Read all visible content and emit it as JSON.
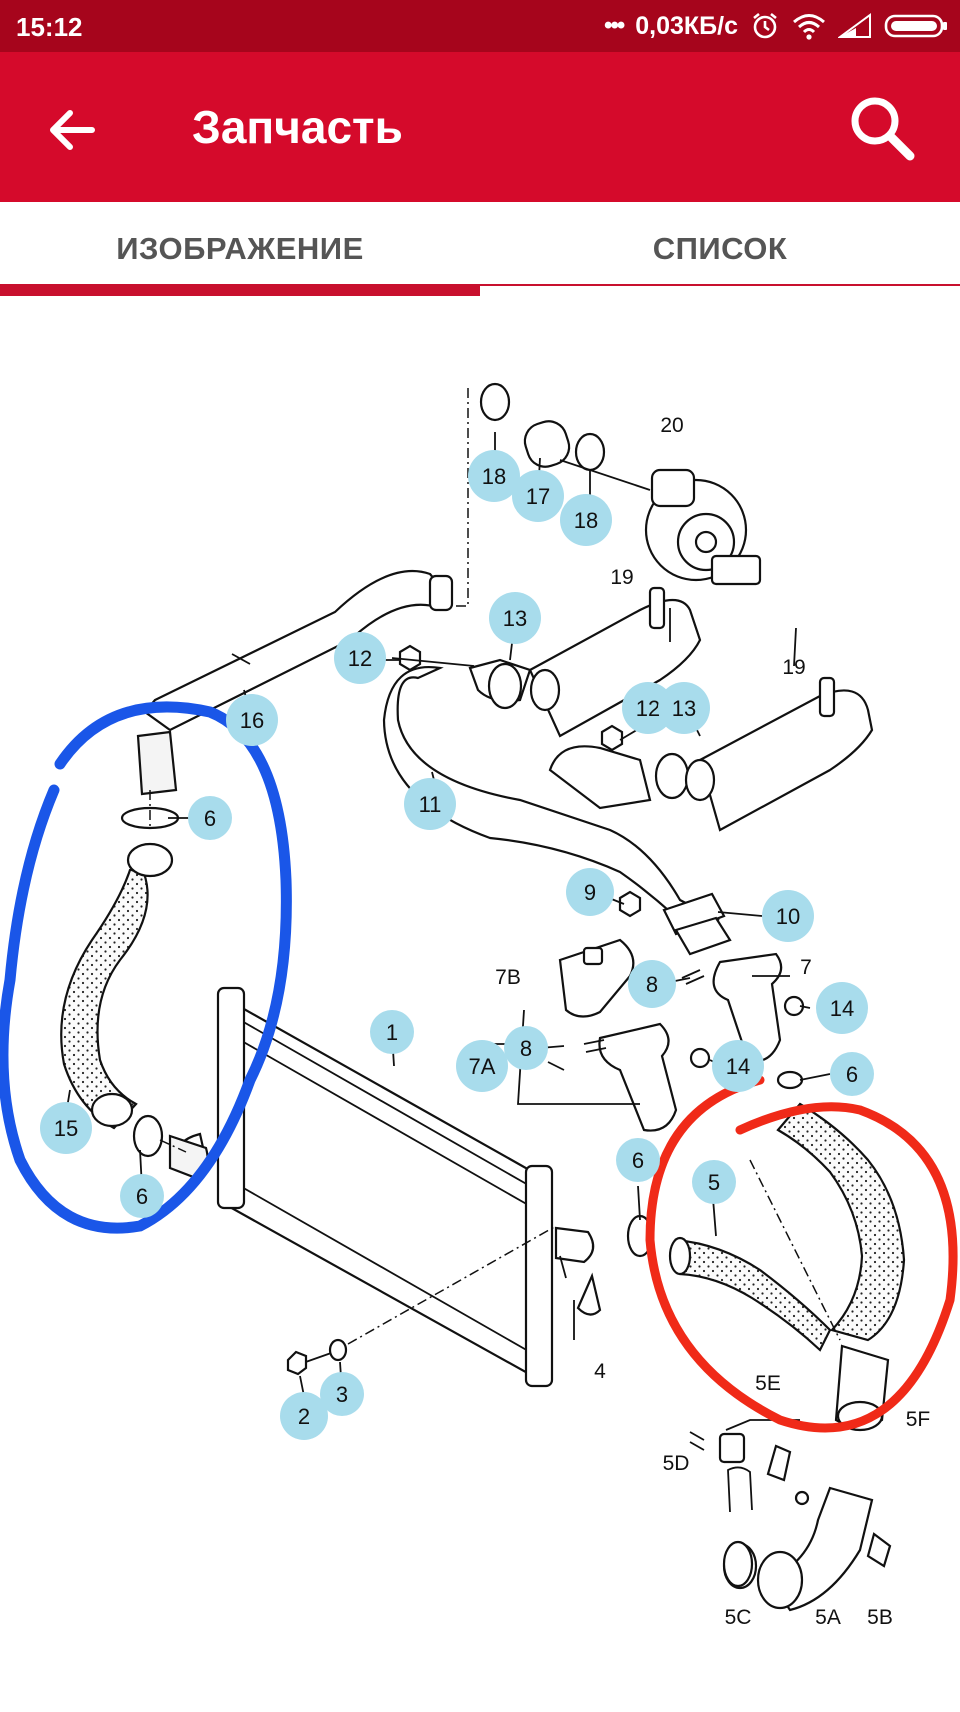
{
  "status_bar": {
    "time": "15:12",
    "dots": "•••",
    "speed": "0,03КБ/с",
    "icons": [
      "alarm-icon",
      "wifi-icon",
      "signal-icon",
      "battery-icon"
    ]
  },
  "app_bar": {
    "title": "Запчасть",
    "back_icon": "arrow-left-icon",
    "search_icon": "search-icon"
  },
  "tabs": [
    {
      "label": "ИЗОБРАЖЕНИЕ",
      "selected": true
    },
    {
      "label": "СПИСОК",
      "selected": false
    }
  ],
  "colors": {
    "status_bar": "#a6051c",
    "app_bar": "#d50a2b",
    "tab_indicator": "#c8102e",
    "callout": "#a8dcec",
    "marker_blue": "#1a56e8",
    "marker_red": "#f02a18"
  },
  "diagram": {
    "callouts": [
      "18",
      "17",
      "18",
      "13",
      "12",
      "16",
      "12",
      "13",
      "6",
      "11",
      "9",
      "10",
      "8",
      "14",
      "7A",
      "8",
      "14",
      "6",
      "1",
      "15",
      "6",
      "6",
      "5",
      "2",
      "3"
    ],
    "labels": [
      "20",
      "19",
      "19",
      "7B",
      "7",
      "4",
      "5E",
      "5F",
      "5D",
      "5C",
      "5A",
      "5B"
    ]
  }
}
